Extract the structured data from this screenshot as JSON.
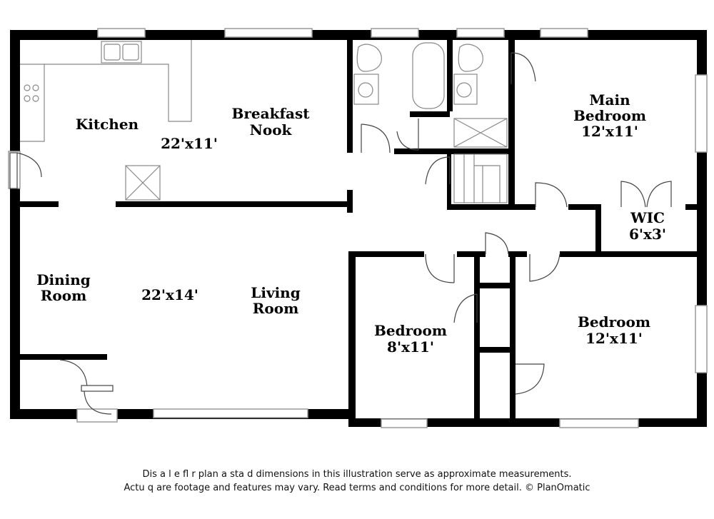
{
  "rooms": {
    "kitchen": {
      "name": "Kitchen",
      "size": ""
    },
    "combined_kitchen_nook": {
      "size": "22'x11'"
    },
    "breakfast_nook": {
      "name_line1": "Breakfast",
      "name_line2": "Nook"
    },
    "main_bedroom": {
      "name_line1": "Main",
      "name_line2": "Bedroom",
      "size": "12'x11'"
    },
    "wic": {
      "name": "WIC",
      "size": "6'x3'"
    },
    "dining_room": {
      "name_line1": "Dining",
      "name_line2": "Room"
    },
    "combined_living_dining": {
      "size": "22'x14'"
    },
    "living_room": {
      "name_line1": "Living",
      "name_line2": "Room"
    },
    "bedroom_small": {
      "name": "Bedroom",
      "size": "8'x11'"
    },
    "bedroom_right": {
      "name": "Bedroom",
      "size": "12'x11'"
    }
  },
  "disclaimer": {
    "line1": "Dis   a    l  e fl   r plan a   sta  d dimensions in this illustration serve as approximate measurements.",
    "line2": "Actu   q   are footage and features may vary. Read terms and conditions for more detail. © PlanOmatic"
  },
  "colors": {
    "wall": "#000000",
    "fixture": "#888888",
    "window": "#9a9a9a"
  }
}
